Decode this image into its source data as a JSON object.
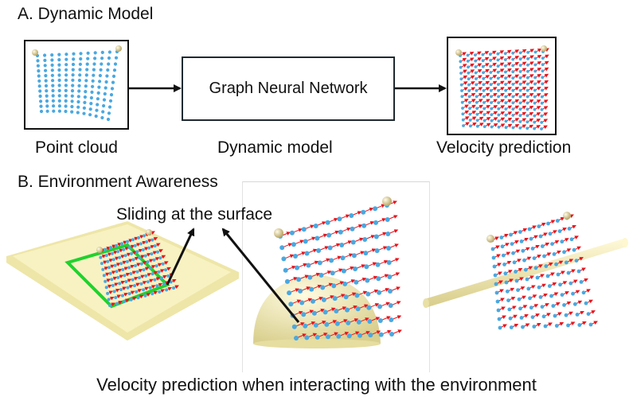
{
  "section_a": {
    "title": "A. Dynamic Model"
  },
  "pipeline": {
    "input_caption": "Point cloud",
    "model_label": "Graph Neural Network",
    "model_caption": "Dynamic model",
    "output_caption": "Velocity prediction"
  },
  "section_b": {
    "title": "B. Environment Awareness",
    "annotation": "Sliding at the surface",
    "caption": "Velocity prediction when interacting with the environment"
  },
  "colors": {
    "point": "#4aa8e0",
    "velocity_arrow": "#e8141c",
    "obstacle": "#f5eeb0",
    "contact_outline": "#22d12e",
    "handle": "#d9c98a",
    "frame": "#111111"
  }
}
